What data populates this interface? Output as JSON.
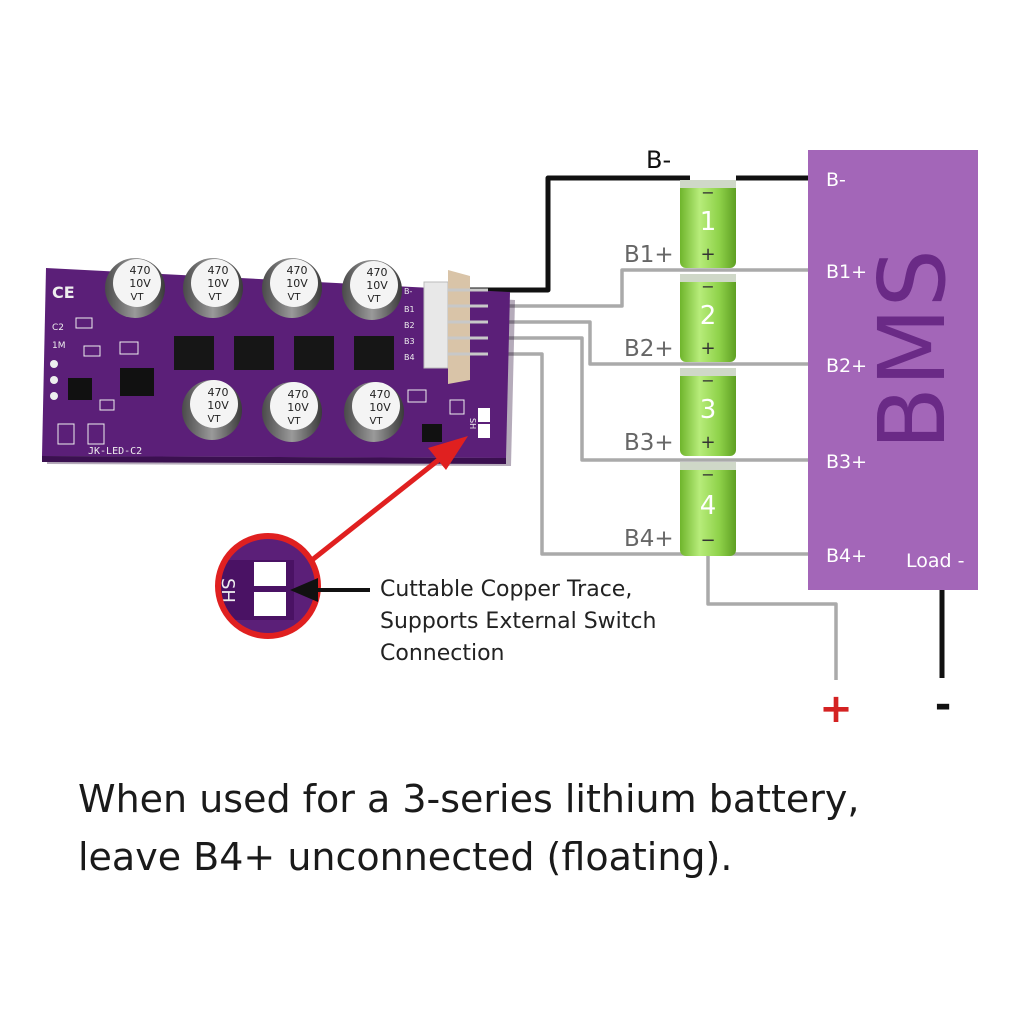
{
  "board": {
    "silk_code": "JK-LED-C2",
    "silk_ce": "CE",
    "silk_c2": "C2",
    "silk_1m": "1M",
    "switch_label": "SH",
    "pin_labels": [
      "B-",
      "B1",
      "B2",
      "B3",
      "B4"
    ],
    "capacitor_value": "470",
    "capacitor_voltage": "10V",
    "capacitor_series": "VT"
  },
  "bms": {
    "title": "BMS",
    "terminals": [
      "B-",
      "B1+",
      "B2+",
      "B3+",
      "B4+"
    ],
    "load_minus_label": "Load -",
    "color": "#a366b8"
  },
  "wire_labels": {
    "bminus": "B-",
    "b1": "B1+",
    "b2": "B2+",
    "b3": "B3+",
    "b4": "B4+"
  },
  "cells": [
    {
      "number": "1",
      "minus": "−",
      "plus": "+"
    },
    {
      "number": "2",
      "minus": "−",
      "plus": "+"
    },
    {
      "number": "3",
      "minus": "−",
      "plus": "+"
    },
    {
      "number": "4",
      "minus": "−",
      "plus": "−"
    }
  ],
  "outputs": {
    "plus_symbol": "+",
    "minus_symbol": "-"
  },
  "callout": {
    "lines": [
      "Cuttable Copper Trace,",
      "Supports External Switch",
      "Connection"
    ],
    "zoom_label": "SH"
  },
  "caption": {
    "line1": "When used for a 3-series lithium battery,",
    "line2": "leave B4+ unconnected (floating)."
  },
  "colors": {
    "pcb": "#5b1f78",
    "cell_green": "#8fd24a",
    "wire_gray": "#aaaaaa",
    "wire_black": "#111111",
    "arrow_red": "#e02020",
    "plus_red": "#d42222"
  }
}
